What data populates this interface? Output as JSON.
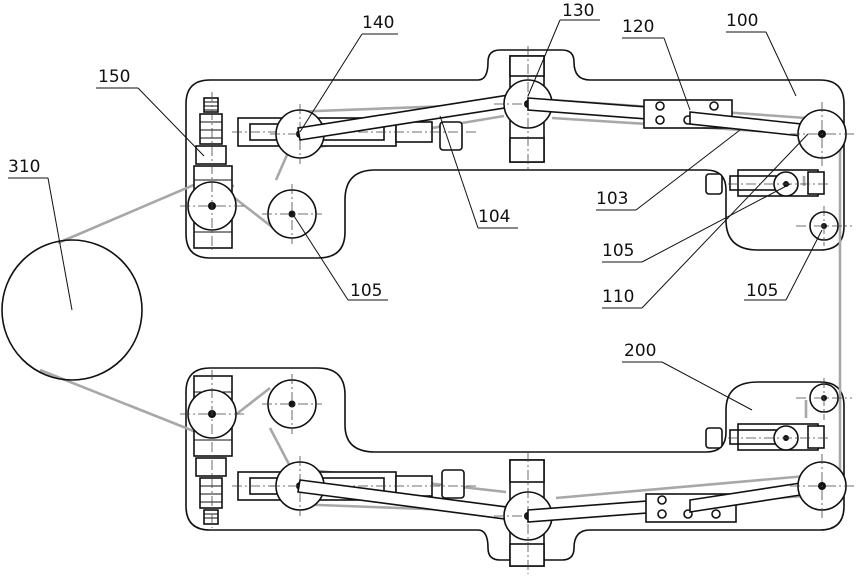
{
  "labels": {
    "l100": "100",
    "l103": "103",
    "l104": "104",
    "l105a": "105",
    "l105b": "105",
    "l105c": "105",
    "l110": "110",
    "l120": "120",
    "l130": "130",
    "l140": "140",
    "l150": "150",
    "l200": "200",
    "l310": "310"
  }
}
